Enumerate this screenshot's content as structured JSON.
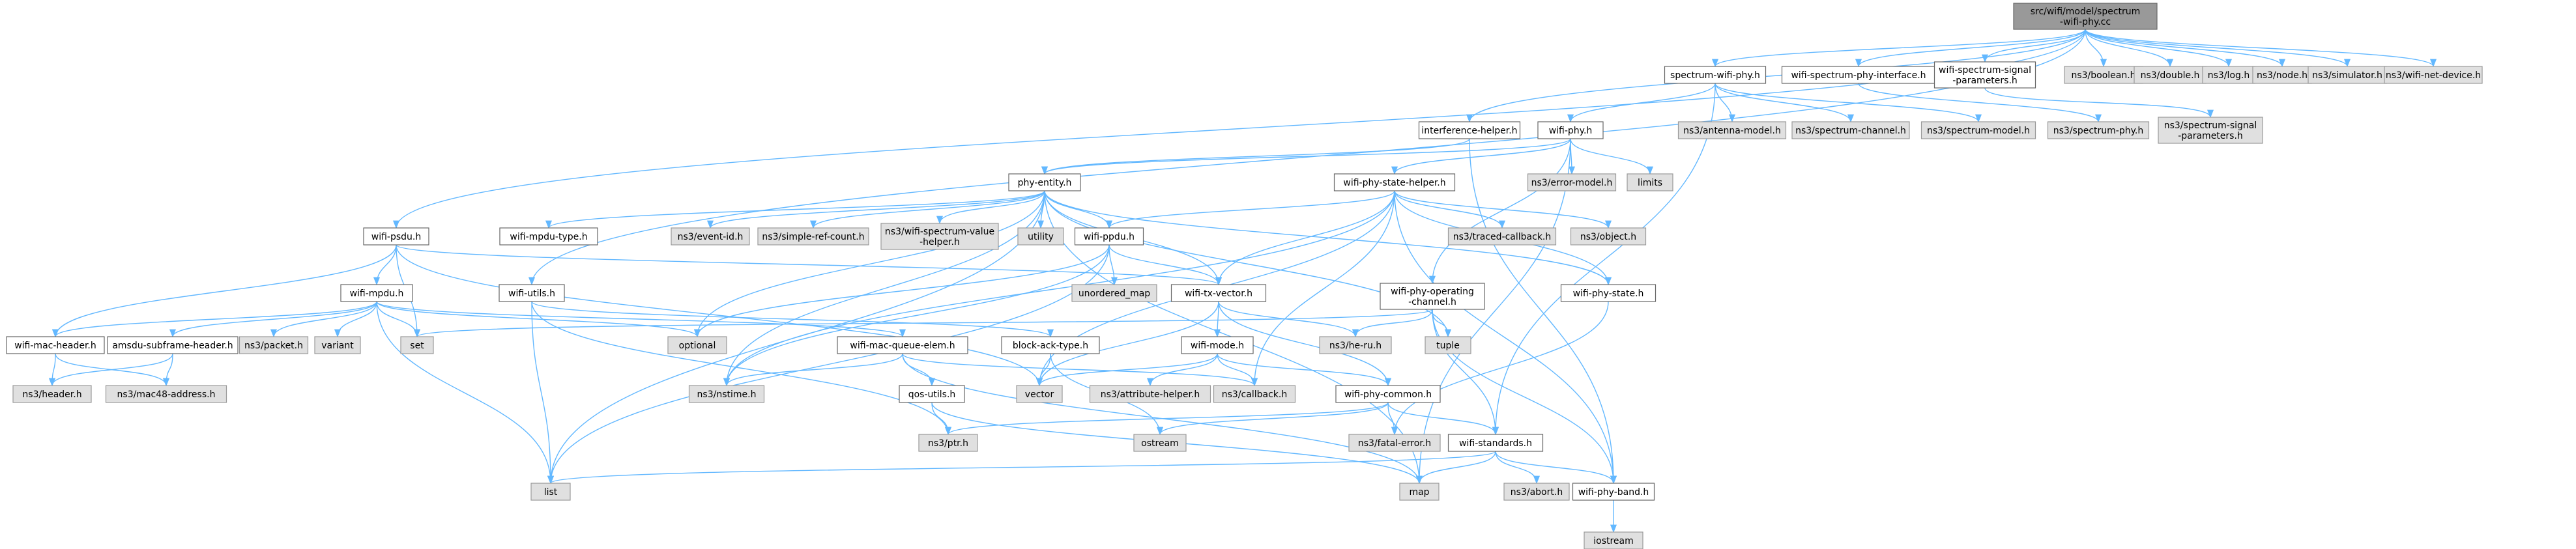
{
  "colors": {
    "edge": "#63b8ff",
    "node_local_fill": "#ffffff",
    "node_system_fill": "#e0e0e0",
    "node_root_fill": "#999999"
  },
  "nodes": {
    "root": [
      "src/wifi/model/spectrum",
      "-wifi-phy.cc"
    ],
    "interference_helper": [
      "interference-helper.h"
    ],
    "spectrum_wifi_phy": [
      "spectrum-wifi-phy.h"
    ],
    "spectrum_phy_interface": [
      "wifi-spectrum-phy-interface.h"
    ],
    "signal_parameters": [
      "wifi-spectrum-signal",
      "-parameters.h"
    ],
    "ns3_boolean": [
      "ns3/boolean.h"
    ],
    "ns3_double": [
      "ns3/double.h"
    ],
    "ns3_log": [
      "ns3/log.h"
    ],
    "ns3_node": [
      "ns3/node.h"
    ],
    "ns3_simulator": [
      "ns3/simulator.h"
    ],
    "ns3_wifi_net_device": [
      "ns3/wifi-net-device.h"
    ],
    "wifi_psdu": [
      "wifi-psdu.h"
    ],
    "wifi_utils": [
      "wifi-utils.h"
    ],
    "wifi_phy": [
      "wifi-phy.h"
    ],
    "antenna_model": [
      "ns3/antenna-model.h"
    ],
    "spectrum_channel": [
      "ns3/spectrum-channel.h"
    ],
    "spectrum_model": [
      "ns3/spectrum-model.h"
    ],
    "spectrum_phy": [
      "ns3/spectrum-phy.h"
    ],
    "ns3_spectrum_signal": [
      "ns3/spectrum-signal",
      "-parameters.h"
    ],
    "phy_entity": [
      "phy-entity.h"
    ],
    "error_model": [
      "ns3/error-model.h"
    ],
    "limits": [
      "limits"
    ],
    "phy_state_helper": [
      "wifi-phy-state-helper.h"
    ],
    "mpdu_type": [
      "wifi-mpdu-type.h"
    ],
    "event_id": [
      "ns3/event-id.h"
    ],
    "simple_ref_count": [
      "ns3/simple-ref-count.h"
    ],
    "spectrum_value_helper": [
      "ns3/wifi-spectrum-value",
      "-helper.h"
    ],
    "utility": [
      "utility"
    ],
    "wifi_ppdu": [
      "wifi-ppdu.h"
    ],
    "traced_callback": [
      "ns3/traced-callback.h"
    ],
    "ns3_object": [
      "ns3/object.h"
    ],
    "wifi_mpdu": [
      "wifi-mpdu.h"
    ],
    "unordered_map": [
      "unordered_map"
    ],
    "operating_channel": [
      "wifi-phy-operating",
      "-channel.h"
    ],
    "tx_vector": [
      "wifi-tx-vector.h"
    ],
    "phy_state": [
      "wifi-phy-state.h"
    ],
    "mac_header": [
      "wifi-mac-header.h"
    ],
    "amsdu_header": [
      "amsdu-subframe-header.h"
    ],
    "ns3_packet": [
      "ns3/packet.h"
    ],
    "variant": [
      "variant"
    ],
    "set": [
      "set"
    ],
    "optional": [
      "optional"
    ],
    "mac_queue_elem": [
      "wifi-mac-queue-elem.h"
    ],
    "block_ack": [
      "block-ack-type.h"
    ],
    "tuple": [
      "tuple"
    ],
    "he_ru": [
      "ns3/he-ru.h"
    ],
    "wifi_mode": [
      "wifi-mode.h"
    ],
    "ns3_header": [
      "ns3/header.h"
    ],
    "mac48": [
      "ns3/mac48-address.h"
    ],
    "ns3_nstime": [
      "ns3/nstime.h"
    ],
    "qos_utils": [
      "qos-utils.h"
    ],
    "vector": [
      "vector"
    ],
    "attribute_helper": [
      "ns3/attribute-helper.h"
    ],
    "ns3_callback": [
      "ns3/callback.h"
    ],
    "phy_common": [
      "wifi-phy-common.h"
    ],
    "ns3_ptr": [
      "ns3/ptr.h"
    ],
    "ostream": [
      "ostream"
    ],
    "fatal_error": [
      "ns3/fatal-error.h"
    ],
    "wifi_standards": [
      "wifi-standards.h"
    ],
    "list": [
      "list"
    ],
    "map": [
      "map"
    ],
    "ns3_abort": [
      "ns3/abort.h"
    ],
    "phy_band": [
      "wifi-phy-band.h"
    ],
    "iostream": [
      "iostream"
    ]
  }
}
